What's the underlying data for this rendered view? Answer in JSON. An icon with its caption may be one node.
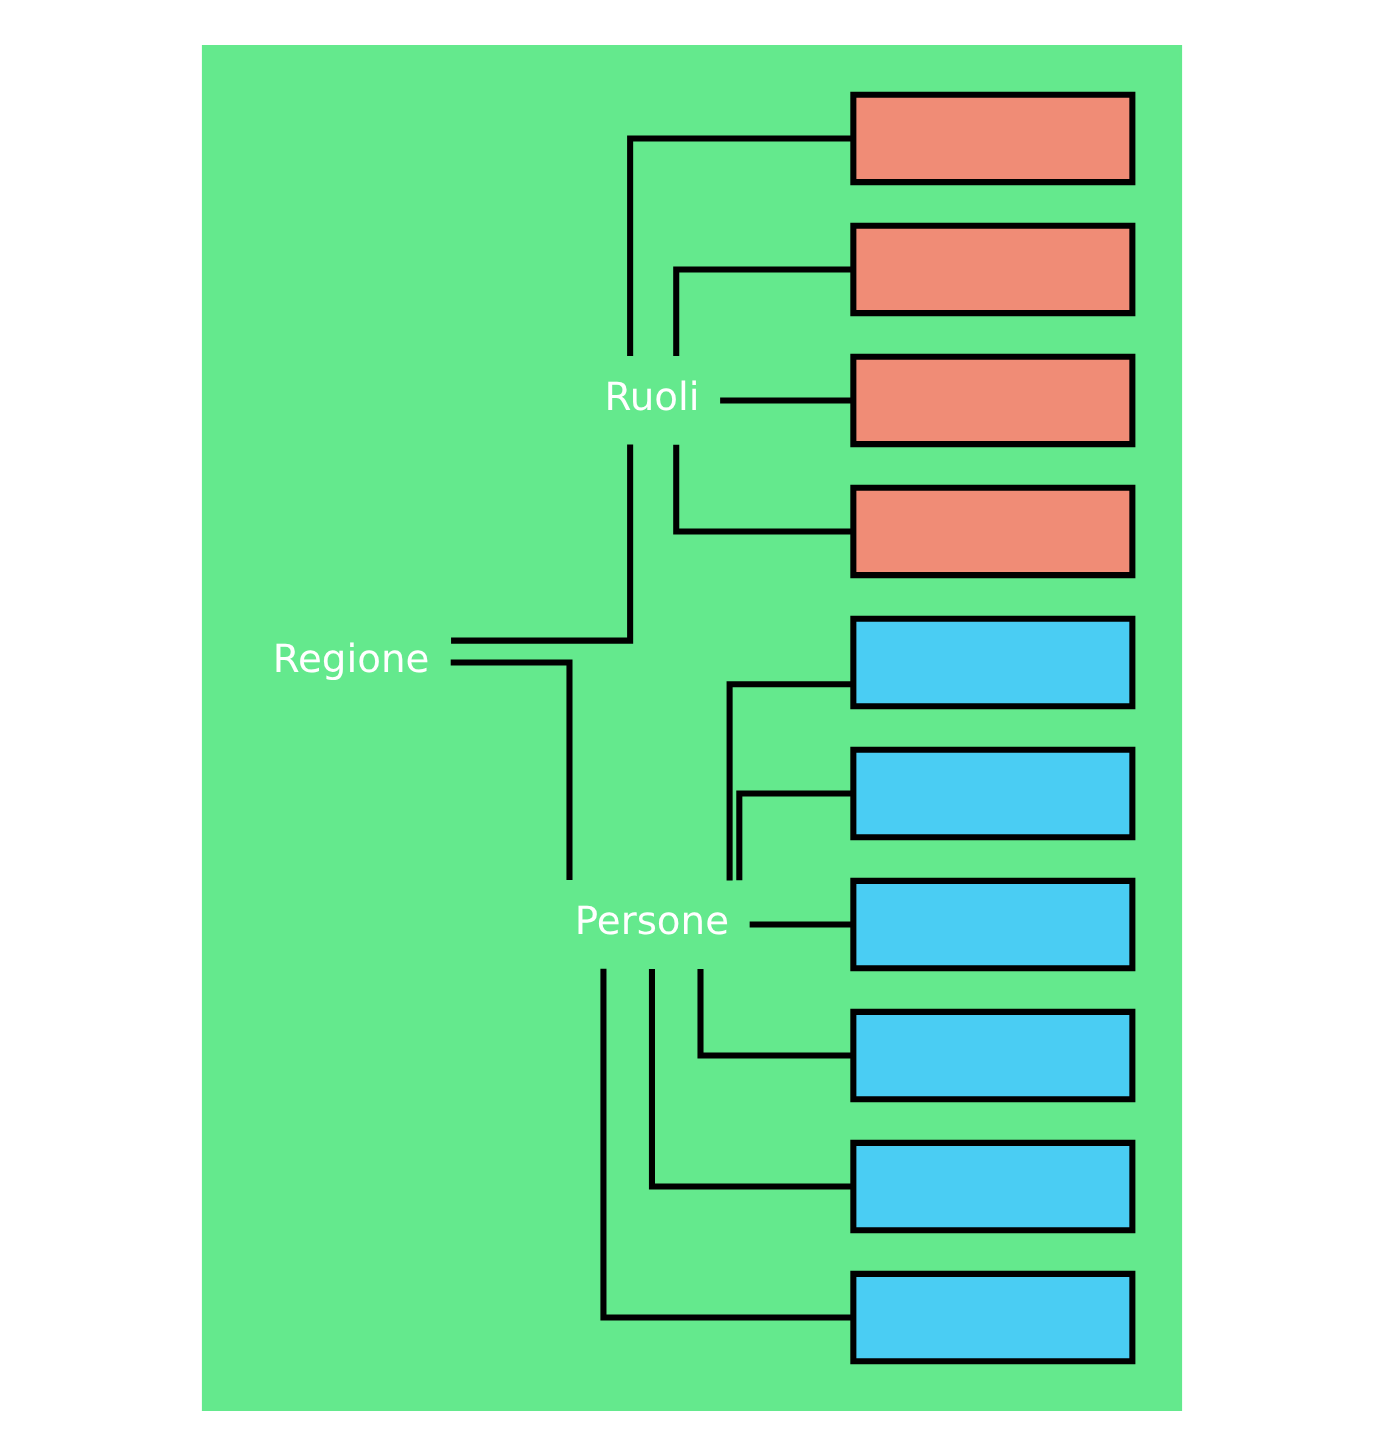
{
  "diagram": {
    "nodes": [
      {
        "text": [],
        "shape": "box"
      },
      {
        "text": [
          "Regione"
        ],
        "in": 0
      },
      {
        "text": [
          "Persone"
        ],
        "in": 0
      },
      {
        "text": [
          "Ruoli"
        ],
        "in": 0
      },
      {
        "text": [],
        "shape": "box",
        "in": 0
      },
      {
        "text": [],
        "shape": "box",
        "in": 0
      },
      {
        "text": [],
        "shape": "box",
        "in": 0
      },
      {
        "text": [],
        "shape": "box",
        "in": 0
      },
      {
        "text": [],
        "shape": "box",
        "in": 0
      },
      {
        "text": [],
        "shape": "box",
        "in": 0
      },
      {
        "text": [],
        "shape": "box",
        "in": 0
      },
      {
        "text": [],
        "shape": "box",
        "in": 0
      },
      {
        "text": [],
        "shape": "box",
        "in": 0
      },
      {
        "text": [],
        "shape": "box",
        "in": 0
      }
    ],
    "edges": [
      {
        "from": 1,
        "to": 2,
        "arrow": "none"
      },
      {
        "from": 1,
        "to": 3,
        "arrow": "none"
      },
      {
        "from": 2,
        "to": 4,
        "arrow": "none"
      },
      {
        "from": 2,
        "to": 5,
        "arrow": "none"
      },
      {
        "from": 2,
        "to": 6,
        "arrow": "none"
      },
      {
        "from": 2,
        "to": 7,
        "arrow": "none"
      },
      {
        "from": 2,
        "to": 8,
        "arrow": "none"
      },
      {
        "from": 2,
        "to": 9,
        "arrow": "none"
      },
      {
        "from": 3,
        "to": 10,
        "arrow": "none"
      },
      {
        "from": 3,
        "to": 11,
        "arrow": "none"
      },
      {
        "from": 3,
        "to": 12,
        "arrow": "none"
      },
      {
        "from": 3,
        "to": 13,
        "arrow": "none"
      }
    ]
  }
}
